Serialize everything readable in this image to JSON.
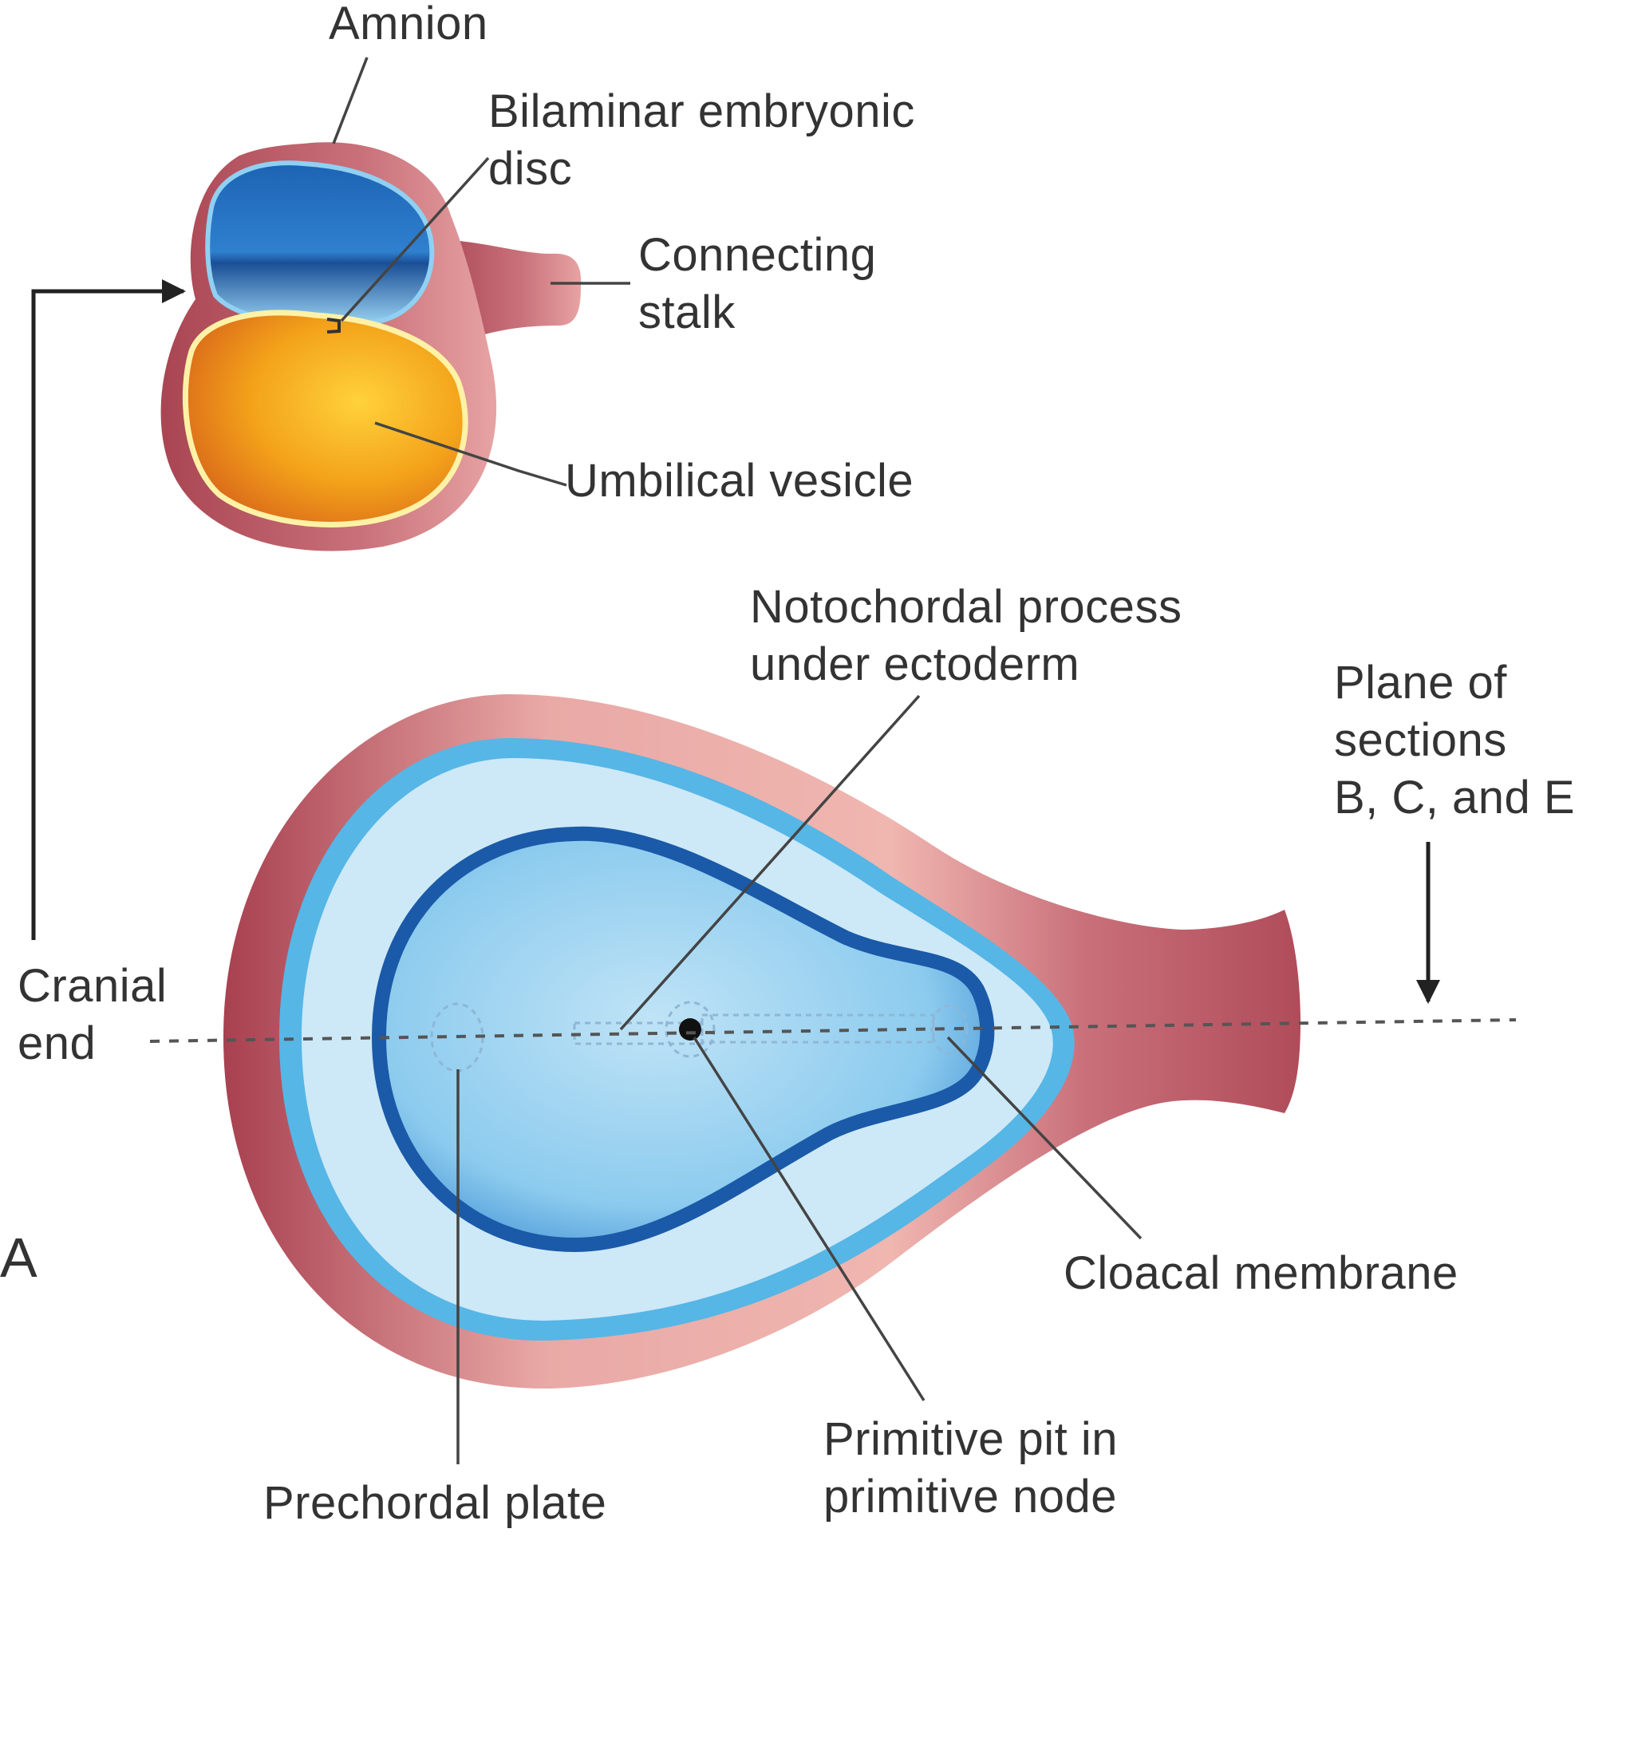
{
  "figure": {
    "panel_letter": "A",
    "colors": {
      "amnion": "#b8565f",
      "amnion_light": "#e7a3a3",
      "ectoderm_blue": "#1f5fae",
      "light_blue": "#cde8f7",
      "mid_blue": "#56b6e6",
      "yolk_orange": "#f3a21a",
      "line": "#333333"
    },
    "labels": {
      "amnion": "Amnion",
      "bilaminar_line1": "Bilaminar embryonic",
      "bilaminar_line2": "disc",
      "connecting_line1": "Connecting",
      "connecting_line2": "stalk",
      "umbilical": "Umbilical vesicle",
      "notochordal_line1": "Notochordal process",
      "notochordal_line2": "under ectoderm",
      "plane_line1": "Plane of",
      "plane_line2": "sections",
      "plane_line3": "B, C, and E",
      "cranial_line1": "Cranial",
      "cranial_line2": "end",
      "cloacal": "Cloacal membrane",
      "primitive_line1": "Primitive pit in",
      "primitive_line2": "primitive node",
      "prechordal": "Prechordal plate"
    }
  }
}
